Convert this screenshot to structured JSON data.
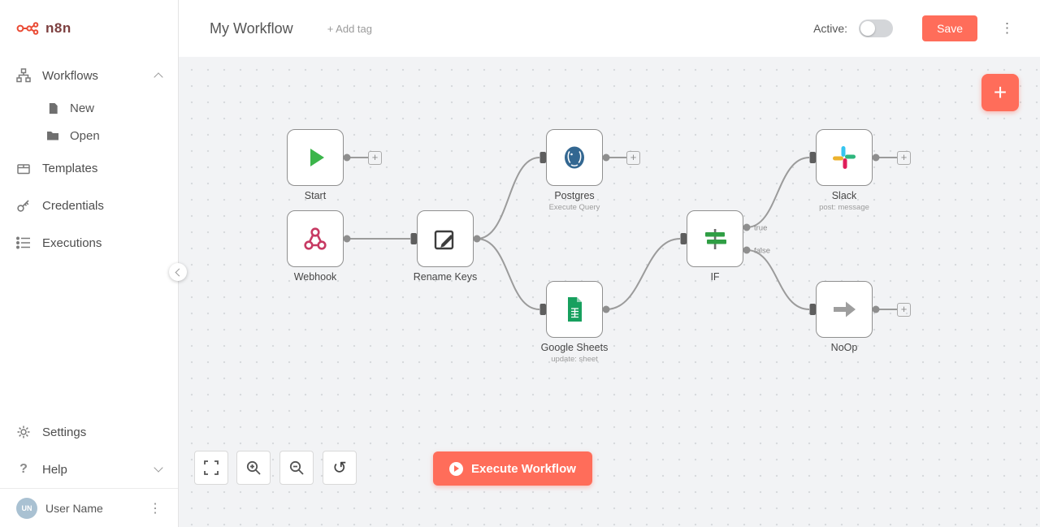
{
  "brand": {
    "name": "n8n",
    "logo_color": "#ea4b35",
    "text_color": "#7d4040"
  },
  "sidebar": {
    "items": {
      "workflows": "Workflows",
      "new": "New",
      "open": "Open",
      "templates": "Templates",
      "credentials": "Credentials",
      "executions": "Executions",
      "settings": "Settings",
      "help": "Help"
    },
    "user": {
      "name": "User Name",
      "initials": "UN"
    }
  },
  "header": {
    "title": "My Workflow",
    "add_tag": "+ Add tag",
    "active_label": "Active:",
    "active_state": "off",
    "save": "Save"
  },
  "canvas": {
    "plus": "+",
    "execute": "Execute Workflow",
    "nodes": {
      "start": {
        "label": "Start"
      },
      "webhook": {
        "label": "Webhook"
      },
      "rename": {
        "label": "Rename Keys"
      },
      "postgres": {
        "label": "Postgres",
        "subtitle": "Execute Query"
      },
      "sheets": {
        "label": "Google Sheets",
        "subtitle": "update: sheet"
      },
      "if": {
        "label": "IF",
        "outputs": {
          "true": "true",
          "false": "false"
        }
      },
      "slack": {
        "label": "Slack",
        "subtitle": "post: message"
      },
      "noop": {
        "label": "NoOp"
      }
    }
  },
  "icons": {
    "sidebar": [
      "n8n-logo",
      "sitemap-icon",
      "file-icon",
      "folder-icon",
      "box-icon",
      "key-icon",
      "list-icon",
      "gear-icon",
      "question-icon",
      "kebab-icon"
    ],
    "nodes": [
      "play-icon",
      "webhook-icon",
      "edit-icon",
      "postgres-icon",
      "google-sheets-icon",
      "signpost-icon",
      "slack-icon",
      "arrow-icon"
    ],
    "toolbar": [
      "zoom-to-fit-icon",
      "zoom-in-icon",
      "zoom-out-icon",
      "reset-zoom-icon"
    ]
  },
  "colors": {
    "accent": "#ff6d5a",
    "canvas_bg": "#f2f3f5",
    "node_border": "#8f8f8f",
    "wire": "#9b9b9b",
    "start_green": "#3bb54a",
    "if_green": "#2f9e44",
    "postgres_blue": "#336791",
    "sheets_green": "#17a05e"
  }
}
